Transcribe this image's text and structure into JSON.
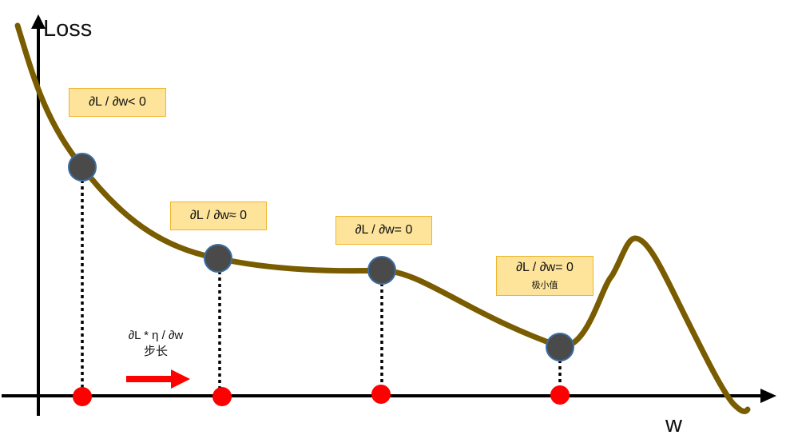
{
  "axes": {
    "y_label": "Loss",
    "x_label": "w"
  },
  "annotations": [
    {
      "text": "∂L / ∂w< 0"
    },
    {
      "text": "∂L / ∂w≈ 0"
    },
    {
      "text": "∂L / ∂w= 0"
    },
    {
      "text": "∂L / ∂w= 0",
      "subtext": "极小值"
    }
  ],
  "step": {
    "formula": "∂L * η / ∂w",
    "label": "步长"
  },
  "colors": {
    "curve": "#7a5c00",
    "point": "#4a4a4a",
    "point_outline": "#3a6ea5",
    "marker": "#ff0000",
    "arrow": "#ff0000",
    "axis": "#000000",
    "box_fill": "#fde49a",
    "box_border": "#f0b42a"
  }
}
